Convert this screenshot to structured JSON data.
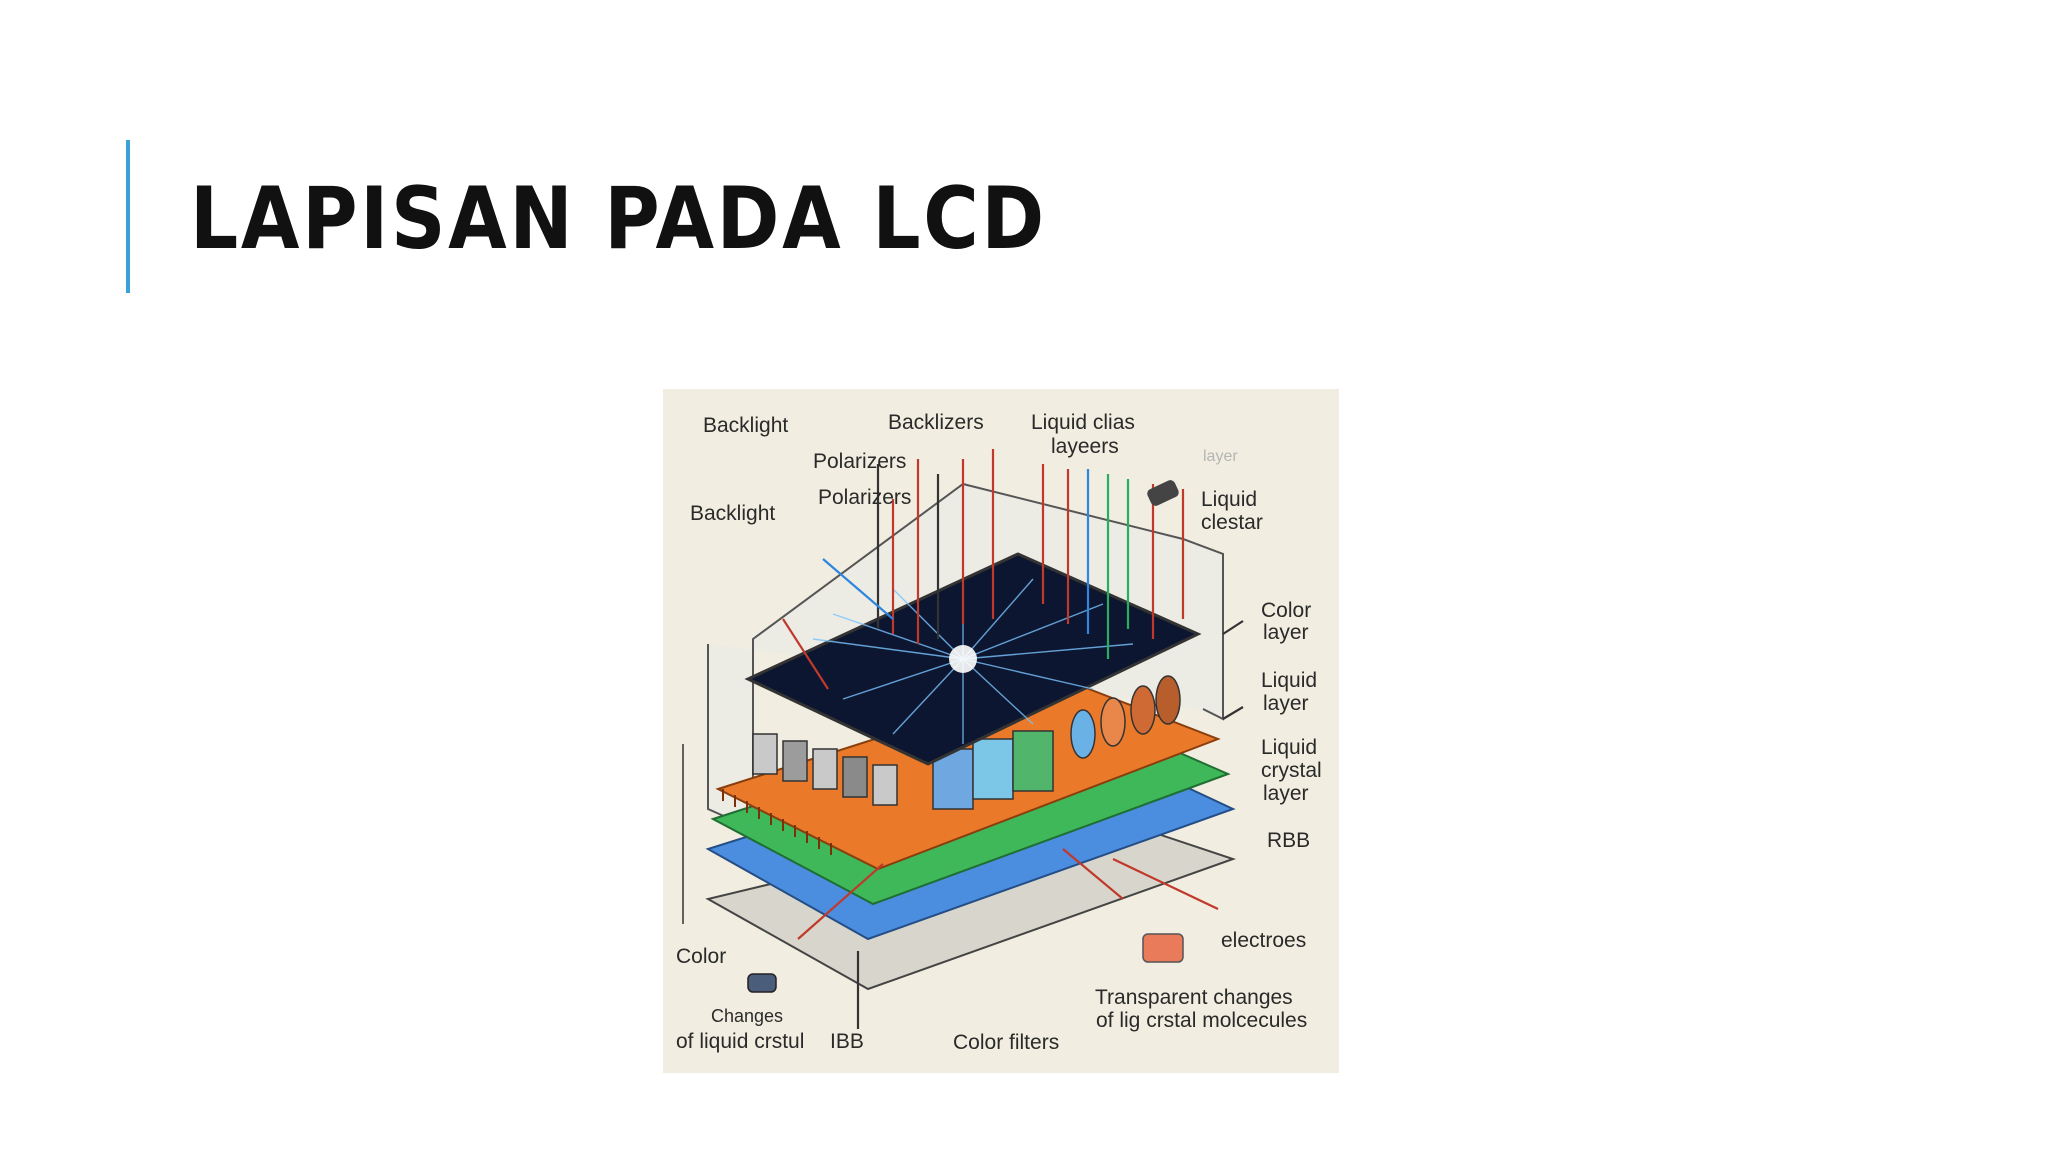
{
  "slide": {
    "title": "LAPISAN PADA LCD",
    "accent_color": "#3aa3d6"
  },
  "figure": {
    "labels": {
      "backlight_top": "Backlight",
      "backlizers": "Backlizers",
      "liquid_clias": "Liquid clias",
      "layeers": "layeers",
      "layer_faint": "layer",
      "polarizers_1": "Polarizers",
      "polarizers_2": "Polarizers",
      "backlight_mid": "Backlight",
      "liquid": "Liquid",
      "clestar": "clestar",
      "color_right": "Color",
      "layer_right_1": "layer",
      "liquid_right": "Liquid",
      "layer_right_2": "layer",
      "liquid_crystal_1": "Liquid",
      "liquid_crystal_2": "crystal",
      "liquid_crystal_3": "layer",
      "rbb": "RBB",
      "electroes": "electroes",
      "color_left": "Color",
      "transparent_1": "Transparent changes",
      "transparent_2": "of lig crstal molcecules",
      "changes_1": "Changes",
      "changes_2": "of liquid crstul",
      "ibb": "IBB",
      "color_filters": "Color filters"
    }
  }
}
